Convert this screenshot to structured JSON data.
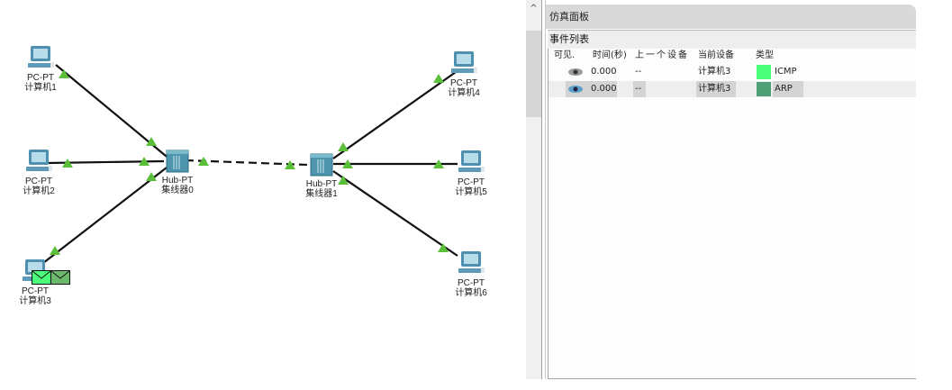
{
  "topology": {
    "devices": [
      {
        "id": "pc1",
        "model": "PC-PT",
        "name": "计算机1"
      },
      {
        "id": "pc2",
        "model": "PC-PT",
        "name": "计算机2"
      },
      {
        "id": "pc3",
        "model": "PC-PT",
        "name": "计算机3"
      },
      {
        "id": "pc4",
        "model": "PC-PT",
        "name": "计算机4"
      },
      {
        "id": "pc5",
        "model": "PC-PT",
        "name": "计算机5"
      },
      {
        "id": "pc6",
        "model": "PC-PT",
        "name": "计算机6"
      },
      {
        "id": "hub0",
        "model": "Hub-PT",
        "name": "集线器0"
      },
      {
        "id": "hub1",
        "model": "Hub-PT",
        "name": "集线器1"
      }
    ],
    "link_status_color": "#5cbf3a",
    "pdu_colors": {
      "icmp": "#4cff7a",
      "arp": "#4e9e76"
    }
  },
  "scrollbar": {
    "up_arrow": "^"
  },
  "sim_panel": {
    "title": "仿真面板",
    "event_list_title": "事件列表",
    "columns": [
      "可见.",
      "时间(秒)",
      "上一个设备",
      "当前设备",
      "类型"
    ],
    "events": [
      {
        "visible": "eye-icon",
        "time": "0.000",
        "last_device": "--",
        "at_device": "计算机3",
        "type": "ICMP",
        "color": "#4cff7a",
        "selected": false
      },
      {
        "visible": "eye-icon",
        "time": "0.000",
        "last_device": "--",
        "at_device": "计算机3",
        "type": "ARP",
        "color": "#4e9e76",
        "selected": true
      }
    ]
  }
}
